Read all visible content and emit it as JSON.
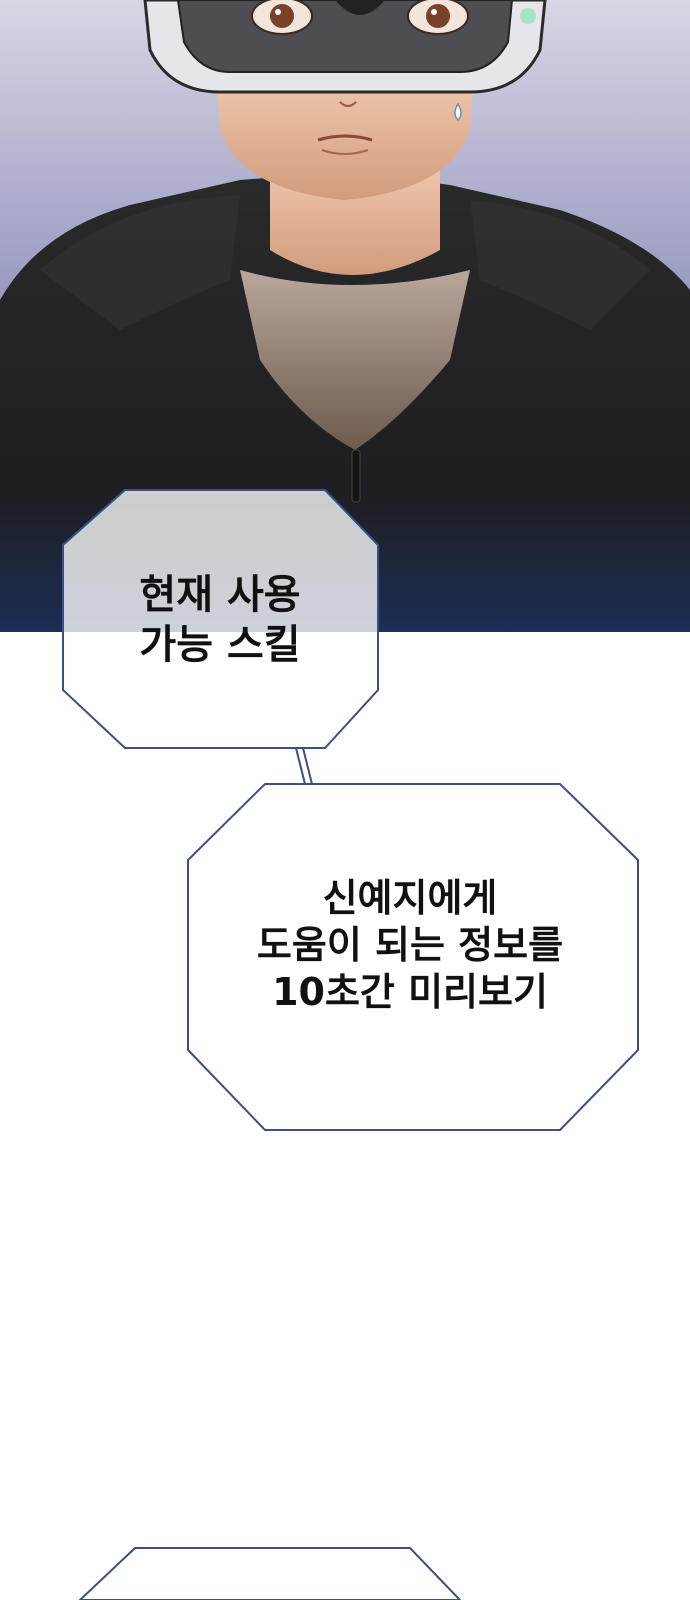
{
  "bubbles": [
    {
      "lines": [
        "현재 사용",
        "가능 스킬"
      ]
    },
    {
      "lines": [
        "신예지에게",
        "도움이 되는 정보를",
        "10초간 미리보기"
      ]
    }
  ],
  "colors": {
    "bubble_outline": "#3a4f86",
    "bubble_fill": "#ffffff",
    "hoodie": "#262626",
    "skin": "#e8b89a",
    "background_top": "#b9b7cf",
    "background_bottom": "#2f4b86"
  },
  "icons": [
    "vr-headset-icon"
  ]
}
